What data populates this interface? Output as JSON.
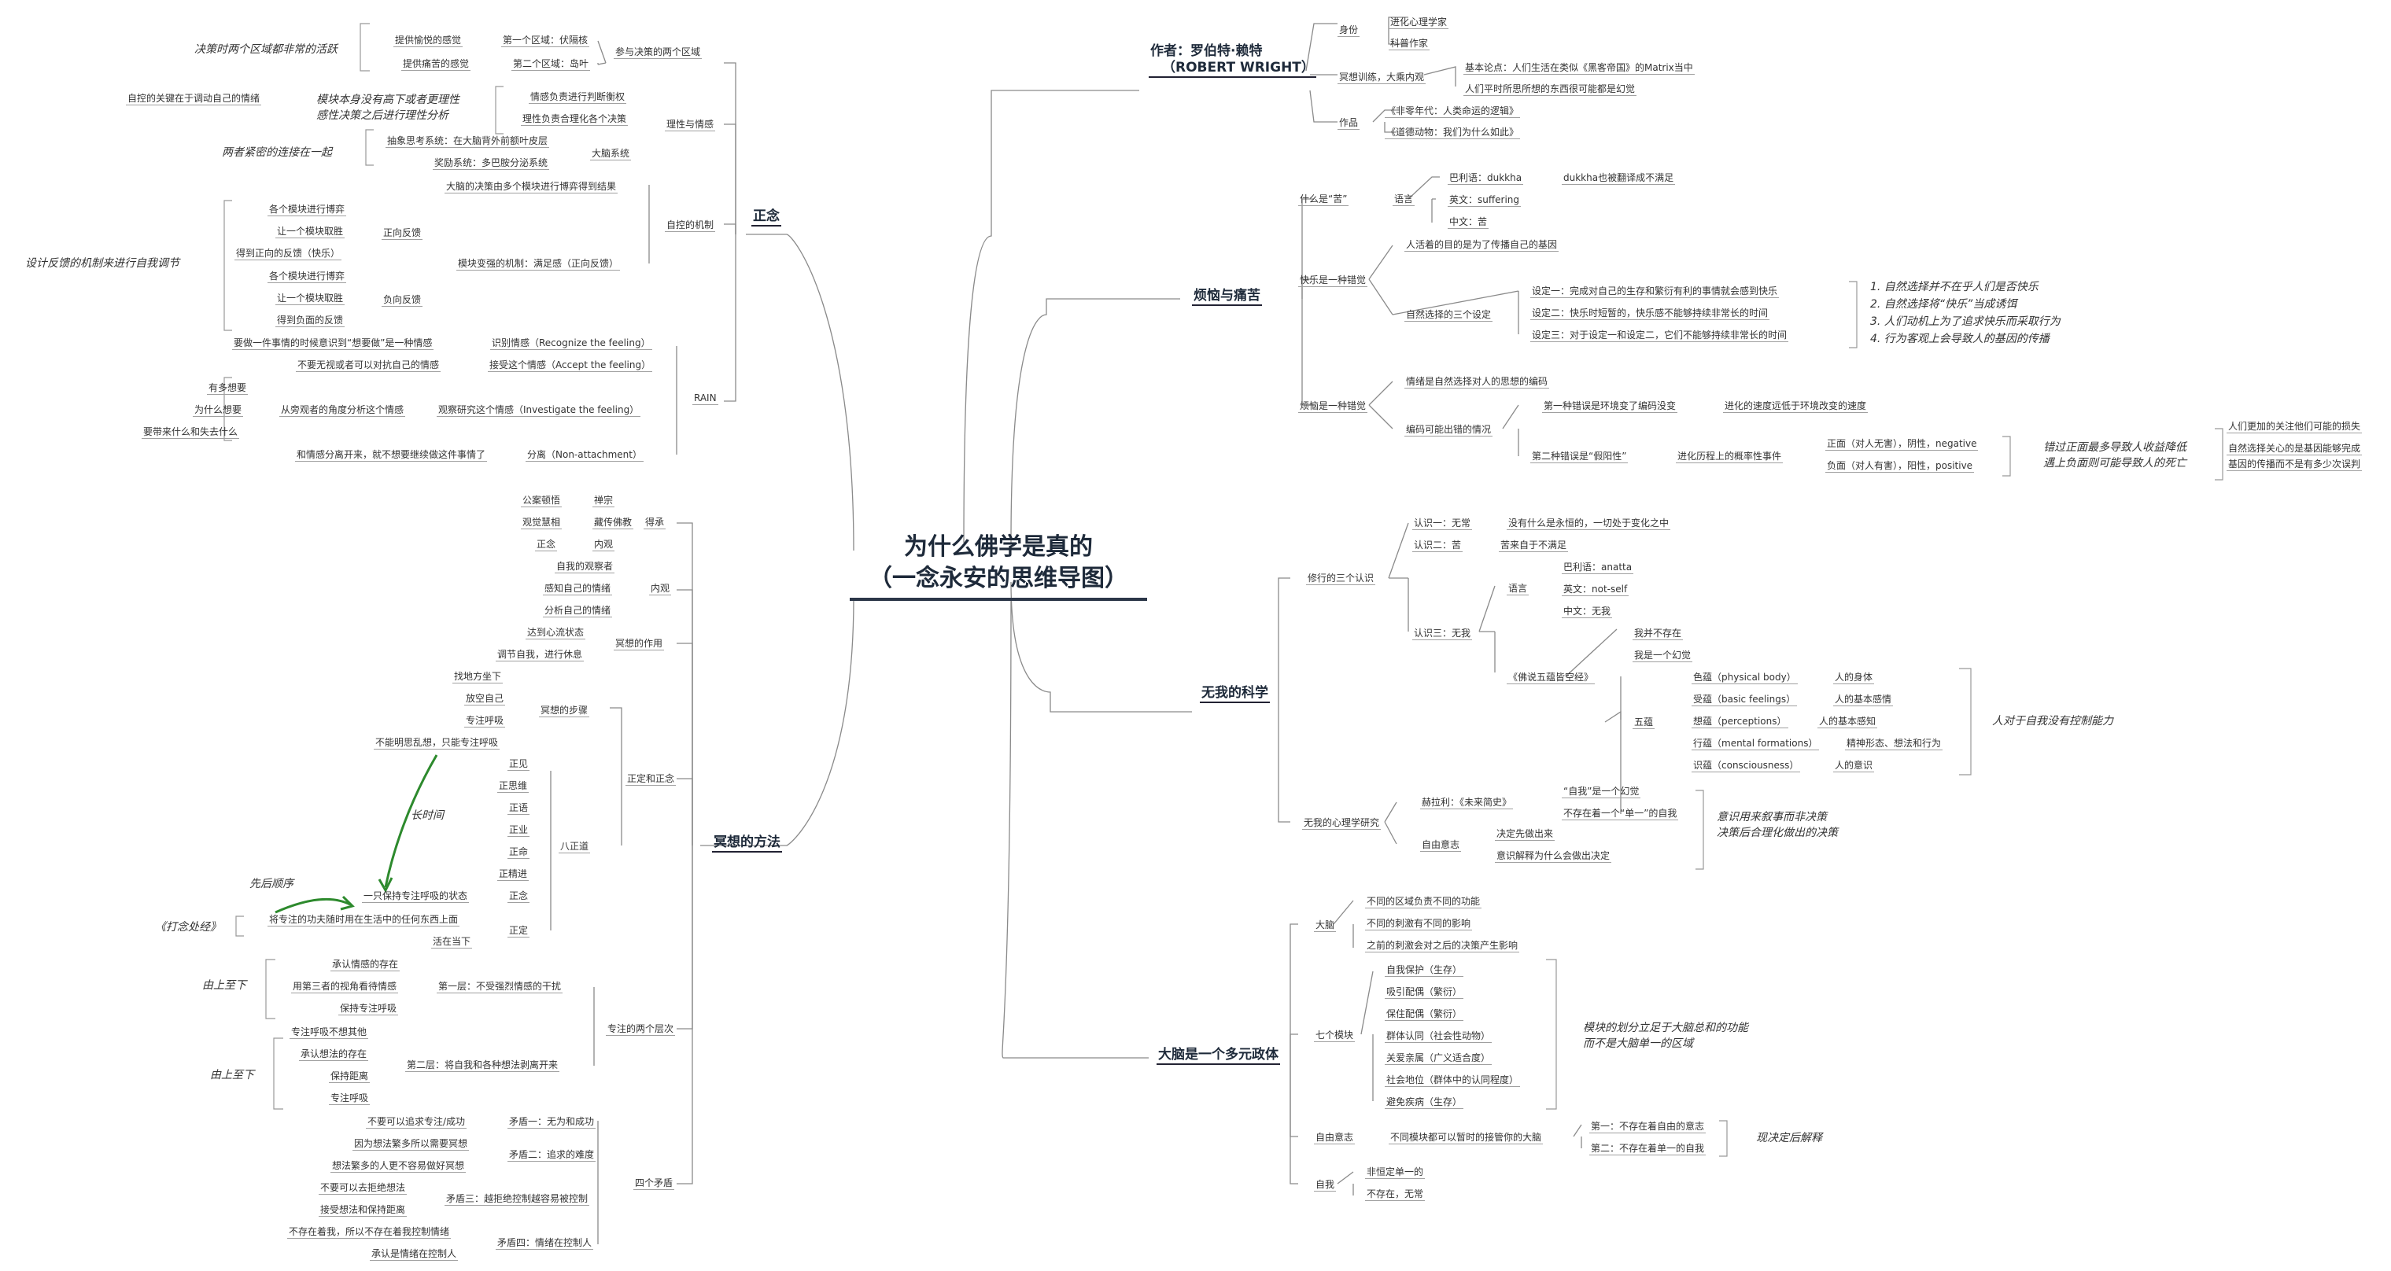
{
  "root": {
    "line1": "为什么佛学是真的",
    "line2": "（一念永安的思维导图）"
  },
  "author": {
    "label": "作者：罗伯特·赖特",
    "label_en": "（ROBERT WRIGHT）",
    "identity": "身份",
    "identity_items": [
      "进化心理学家",
      "科普作家"
    ],
    "meditation": "冥想训练，大乘内观",
    "basic_argument": "基本论点：人们生活在类似《黑客帝国》的Matrix当中",
    "basic_argument_sub": "人们平时所思所想的东西很可能都是幻觉",
    "works": "作品",
    "works_items": [
      "《非零年代：人类命运的逻辑》",
      "《道德动物：我们为什么如此》"
    ]
  },
  "suffering": {
    "title": "烦恼与痛苦",
    "what_is": "什么是“苦”",
    "language": "语言",
    "pali": "巴利语：dukkha",
    "pali_note": "dukkha也被翻译成不满足",
    "english": "英文：suffering",
    "chinese": "中文：苦",
    "pleasure_illusion": "快乐是一种错觉",
    "human_goal": "人活着的目的是为了传播自己的基因",
    "three_settings": "自然选择的三个设定",
    "setting1": "设定一：完成对自己的生存和繁衍有利的事情就会感到快乐",
    "setting2": "设定二：快乐时短暂的，快乐感不能够持续非常长的时间",
    "setting3": "设定三：对于设定一和设定二，它们不能够持续非常长的时间",
    "numbered_notes": [
      "1. 自然选择并不在乎人们是否快乐",
      "2. 自然选择将“快乐”当成诱饵",
      "3. 人们动机上为了追求快乐而采取行为",
      "4. 行为客观上会导致人的基因的传播"
    ],
    "trouble_illusion": "烦恼是一种错觉",
    "emotion_coding": "情绪是自然选择对人的思想的编码",
    "coding_error": "编码可能出错的情况",
    "error1": "第一种错误是环境变了编码没变",
    "error1_note": "进化的速度远低于环境改变的速度",
    "error2": "第二种错误是“假阳性”",
    "error2_note": "进化历程上的概率性事件",
    "positive": "正面（对人无害），阴性，negative",
    "negative": "负面（对人有害），阳性，positive",
    "miss_note1": "错过正面最多导致人收益降低",
    "miss_note2": "遇上负面则可能导致人的死亡",
    "people_care": "人们更加的关注他们可能的损失",
    "natural_select_note1": "自然选择关心的是基因能够完成",
    "natural_select_note2": "基因的传播而不是有多少次误判"
  },
  "nonself": {
    "title": "无我的科学",
    "three_views": "修行的三个认识",
    "view1": "认识一：无常",
    "view1_note": "没有什么是永恒的，一切处于变化之中",
    "view2": "认识二：苦",
    "view2_note": "苦来自于不满足",
    "view3": "认识三：无我",
    "language": "语言",
    "pali": "巴利语：anatta",
    "english": "英文：not-self",
    "chinese": "中文：无我",
    "sutra": "《佛说五蕴皆空经》",
    "not_exist": "我并不存在",
    "illusion": "我是一个幻觉",
    "five": "五蕴",
    "skandhas": [
      {
        "name": "色蕴（physical body）",
        "meaning": "人的身体"
      },
      {
        "name": "受蕴（basic feelings）",
        "meaning": "人的基本感情"
      },
      {
        "name": "想蕴（perceptions）",
        "meaning": "人的基本感知"
      },
      {
        "name": "行蕴（mental formations）",
        "meaning": "精神形态、想法和行为"
      },
      {
        "name": "识蕴（consciousness）",
        "meaning": "人的意识"
      }
    ],
    "skandha_note": "人对于自我没有控制能力",
    "psych": "无我的心理学研究",
    "harari": "赫拉利：《未来简史》",
    "harari1": "“自我”是一个幻觉",
    "harari2": "不存在着一个“单一”的自我",
    "free_will": "自由意志",
    "fw1": "决定先做出来",
    "fw2": "意识解释为什么会做出决定",
    "fw_note1": "意识用来叙事而非决策",
    "fw_note2": "决策后合理化做出的决策"
  },
  "brain": {
    "title": "大脑是一个多元政体",
    "brain": "大脑",
    "brain_items": [
      "不同的区域负责不同的功能",
      "不同的刺激有不同的影响",
      "之前的刺激会对之后的决策产生影响"
    ],
    "seven": "七个模块",
    "seven_items": [
      "自我保护（生存）",
      "吸引配偶（繁衍）",
      "保住配偶（繁衍）",
      "群体认同（社会性动物）",
      "关爱亲属（广义适合度）",
      "社会地位（群体中的认同程度）",
      "避免疾病（生存）"
    ],
    "seven_note1": "模块的划分立足于大脑总和的功能",
    "seven_note2": "而不是大脑单一的区域",
    "free_will": "自由意志",
    "free_will_item": "不同模块都可以暂时的接管你的大脑",
    "fw1": "第一：不存在着自由的意志",
    "fw2": "第二：不存在着单一的自我",
    "fw_note": "现决定后解释",
    "self": "自我",
    "self_items": [
      "非恒定单一的",
      "不存在，无常"
    ]
  },
  "mindfulness": {
    "title": "正念",
    "two_regions": "参与决策的两个区域",
    "region1_l": "提供愉悦的感觉",
    "region1": "第一个区域：伏隔核",
    "region2_l": "提供痛苦的感觉",
    "region2": "第二个区域：岛叶",
    "region_note": "决策时两个区域都非常的活跃",
    "reason_emotion": "理性与情感",
    "re1": "情感负责进行判断衡权",
    "re2": "理性负责合理化各个决策",
    "re_note1": "模块本身没有高下或者更理性",
    "re_note2": "感性决策之后进行理性分析",
    "key": "自控的关键在于调动自己的情绪",
    "brain_systems": "大脑系统",
    "bs1": "抽象思考系统：在大脑背外前额叶皮层",
    "bs2": "奖励系统：多巴胺分泌系统",
    "bs_note": "两者紧密的连接在一起",
    "self_control": "自控的机制",
    "sc_top": "大脑的决策由多个模块进行博弈得到结果",
    "sc_feedback": "模块变强的机制：满足感（正向反馈）",
    "pos": "正向反馈",
    "neg": "负向反馈",
    "pos_items": [
      "各个模块进行博弈",
      "让一个模块取胜",
      "得到正向的反馈（快乐）"
    ],
    "neg_items": [
      "各个模块进行博弈",
      "让一个模块取胜",
      "得到负面的反馈"
    ],
    "design_note": "设计反馈的机制来进行自我调节",
    "rain": "RAIN",
    "r1_l": "要做一件事情的时候意识到“想要做”是一种情感",
    "r1": "识别情感（Recognize the feeling）",
    "r2_l": "不要无视或者可以对抗自己的情感",
    "r2": "接受这个情感（Accept the feeling）",
    "r3": "观察研究这个情感（Investigate the feeling）",
    "r3_mid": "从旁观者的角度分析这个情感",
    "r3_items": [
      "有多想要",
      "为什么想要",
      "要带来什么和失去什么"
    ],
    "r4_l": "和情感分离开来，就不想要继续做这件事情了",
    "r4": "分离（Non-attachment）"
  },
  "meditation": {
    "title": "冥想的方法",
    "precepts": "得承",
    "precepts_items": [
      {
        "a": "公案顿悟",
        "b": "禅宗"
      },
      {
        "a": "观觉慧相",
        "b": "藏传佛教"
      },
      {
        "a": "正念",
        "b": "内观"
      }
    ],
    "insight": "内观",
    "insight_items": [
      "自我的观察者",
      "感知自己的情绪",
      "分析自己的情绪"
    ],
    "effect": "冥想的作用",
    "effect_items": [
      "达到心流状态",
      "调节自我，进行休息"
    ],
    "steps": "冥想的步骤",
    "steps_items": [
      "找地方坐下",
      "放空自己",
      "专注呼吸",
      "不能明思乱想，只能专注呼吸"
    ],
    "right": "正定和正念",
    "eightfold": "八正道",
    "eight": [
      "正见",
      "正思维",
      "正语",
      "正业",
      "正命",
      "正精进",
      "正念",
      "正定"
    ],
    "long_time": "长时间",
    "order": "先后顺序",
    "zn_l": "一只保持专注呼吸的状态",
    "zd_l1": "将专注的功夫随时用在生活中的任何东西上面",
    "zd_l2": "活在当下",
    "sutra": "《打念处经》",
    "two_levels": "专注的两个层次",
    "level1": "第一层：不受强烈情感的干扰",
    "level1_items": [
      "承认情感的存在",
      "用第三者的视角看待情感",
      "保持专注呼吸"
    ],
    "level1_note": "由上至下",
    "level2": "第二层：将自我和各种想法剥离开来",
    "level2_items": [
      "专注呼吸不想其他",
      "承认想法的存在",
      "保持距离",
      "专注呼吸"
    ],
    "level2_note": "由上至下",
    "four": "四个矛盾",
    "c1_l": "不要可以追求专注/成功",
    "c1": "矛盾一：无为和成功",
    "c2": "矛盾二：追求的难度",
    "c2_items": [
      "因为想法繁多所以需要冥想",
      "想法繁多的人更不容易做好冥想"
    ],
    "c3": "矛盾三：越拒绝控制越容易被控制",
    "c3_items": [
      "不要可以去拒绝想法",
      "接受想法和保持距离"
    ],
    "c4": "矛盾四：情绪在控制人",
    "c4_items": [
      "不存在着我，所以不存在着我控制情绪",
      "承认是情绪在控制人"
    ]
  }
}
